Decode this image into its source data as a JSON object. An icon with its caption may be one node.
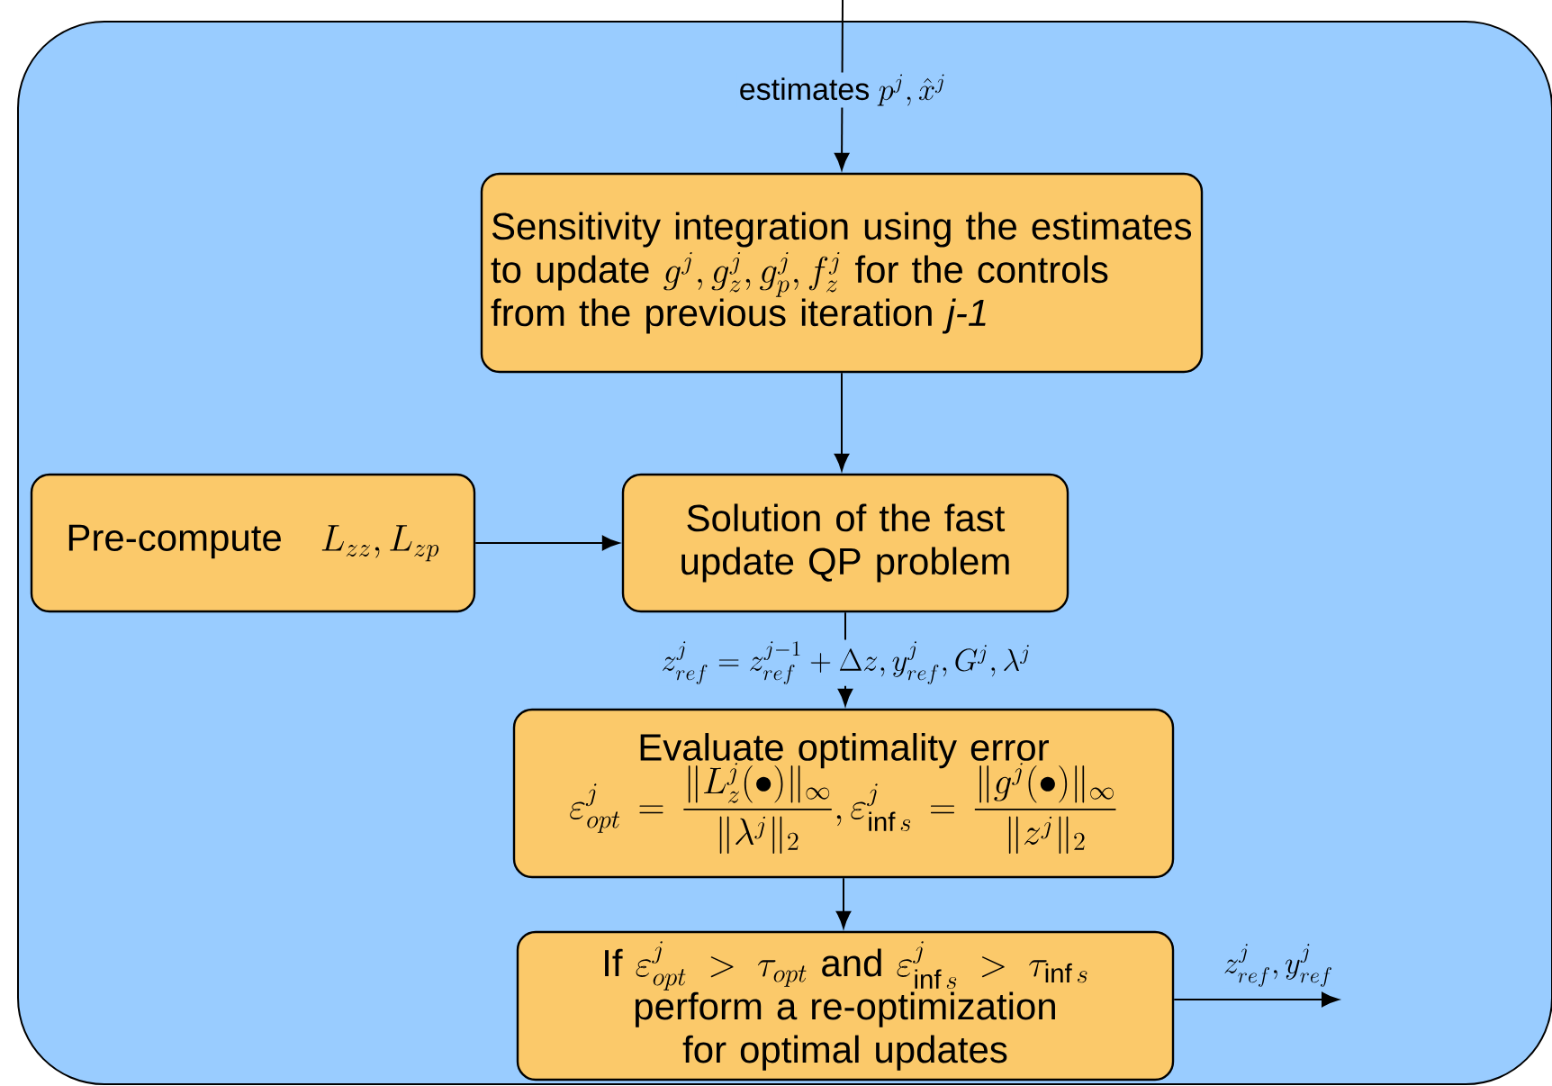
{
  "diagram": {
    "nodes": [
      {
        "text": [],
        "shape": "box"
      },
      {
        "text": [
          "Sensitivity integration using the estimates to update",
          "g^j, g^j_z, g^j_p, f^j_z",
          "for the controls from the previous iteration *j-1*"
        ],
        "in": 0
      },
      {
        "text": [
          "Pre-compute",
          "L_{zz}, L_{zp}"
        ],
        "in": 0
      },
      {
        "text": [
          "Solution of the fast update QP problem"
        ],
        "in": 0
      },
      {
        "text": [
          "Evaluate optimality error",
          "\\varepsilon^j_{opt}=\\frac{\\| L^j_z(\\bullet)\\|_\\infty}{\\|\\lambda^j\\|_2},\\varepsilon^j_{\\inf s}=\\frac{\\| g^j(\\bullet)\\|_\\infty}{\\| z^j\\|_2}"
        ],
        "in": 0
      },
      {
        "text": [
          "If",
          "\\varepsilon^j_{opt}>\\tau_{opt}\\text{ and }\\varepsilon^j_{\\inf s}>\\tau_{\\inf s}",
          "perform a re-optimization for optimal updates"
        ],
        "in": 0
      }
    ],
    "edges": [
      {
        "from": null,
        "to": 1,
        "arrow": "to",
        "label": "\\text{estimates } p^j,\\hat{x}^j"
      },
      {
        "from": 1,
        "to": 3,
        "arrow": "to"
      },
      {
        "from": 2,
        "to": 3,
        "arrow": "to"
      },
      {
        "from": 3,
        "to": 4,
        "arrow": "to",
        "label": "z^j_{ref}=z^{j-1}_{ref}+\\Delta z, y^j_{ref}, G^j,\\lambda^j"
      },
      {
        "from": 4,
        "to": 5,
        "arrow": "to"
      },
      {
        "from": 5,
        "to": null,
        "arrow": "to",
        "label": "z^j_{ref}, y^j_{ref}"
      }
    ]
  }
}
